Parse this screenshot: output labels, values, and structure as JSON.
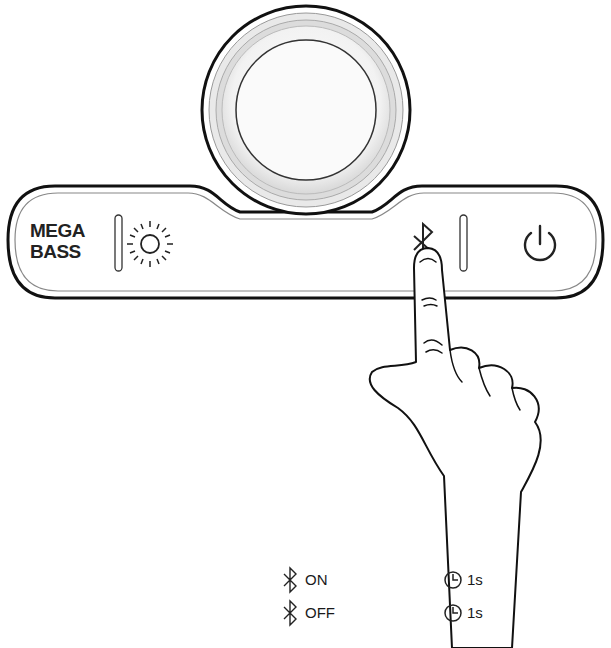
{
  "diagram": {
    "labels": [
      "MEGA BASS",
      "ON",
      "1s",
      "OFF",
      "1s"
    ]
  }
}
